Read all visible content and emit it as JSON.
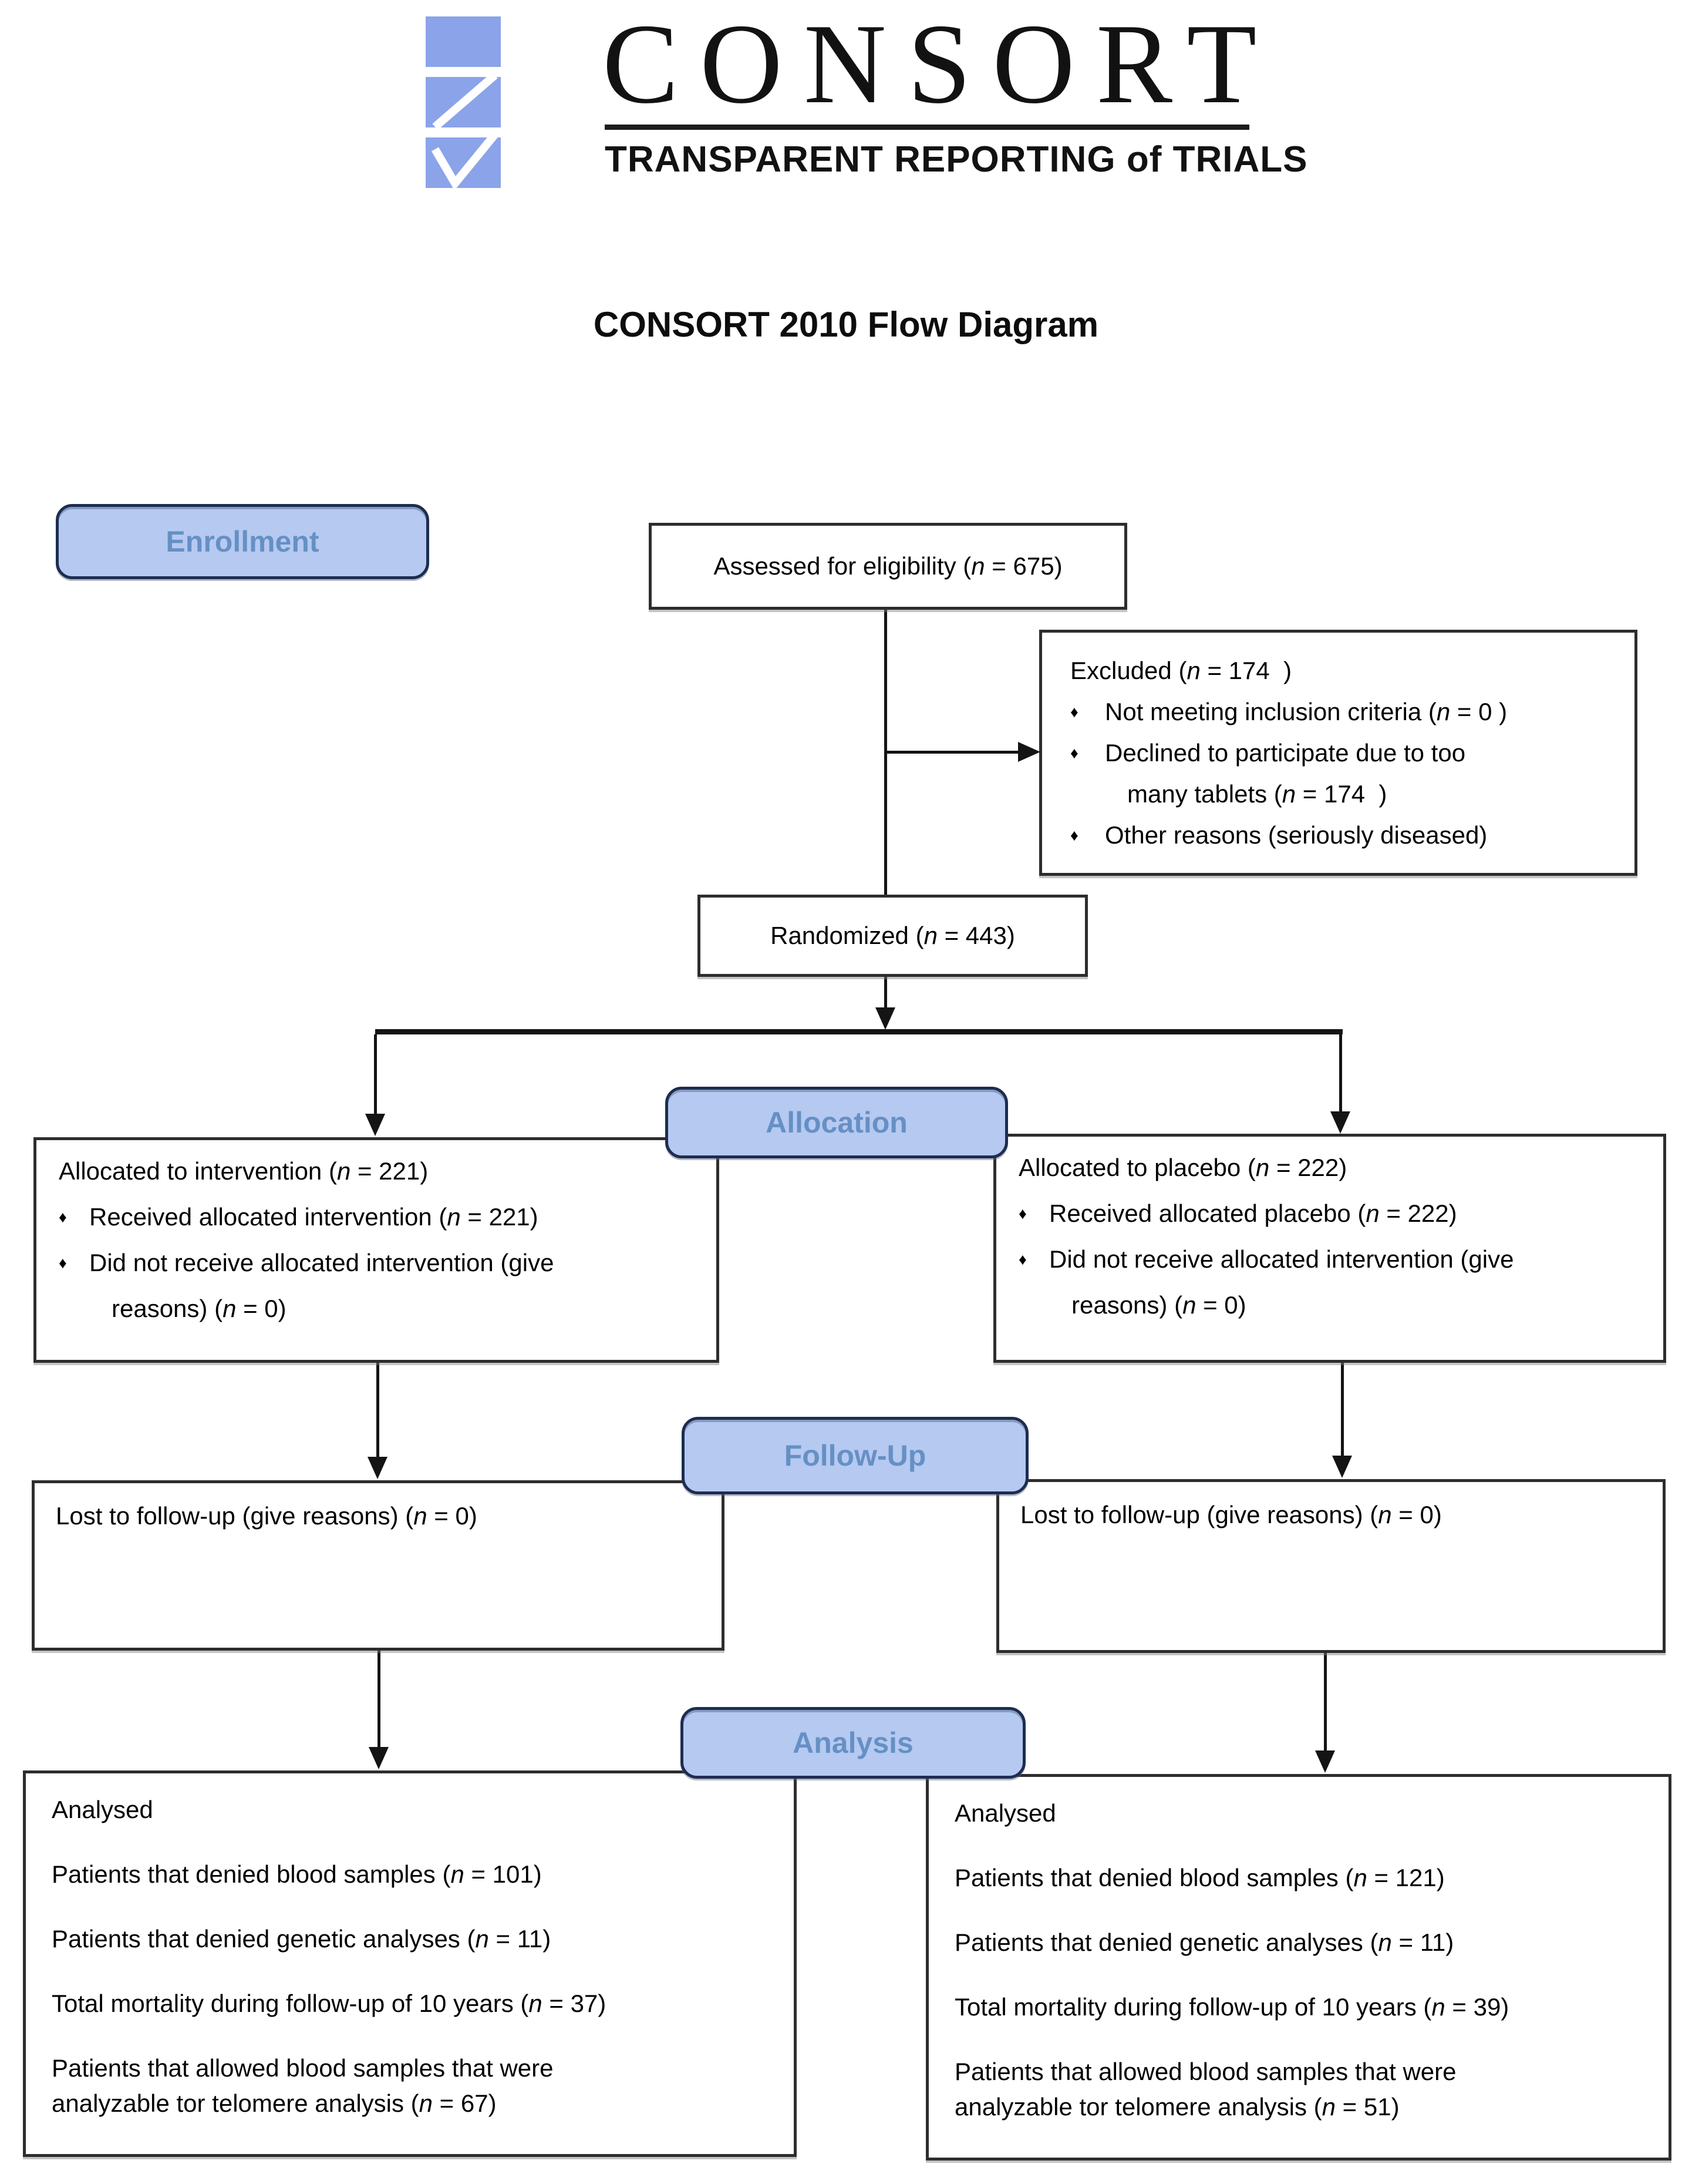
{
  "logo": {
    "wordmark": "CONSORT",
    "tagline": "TRANSPARENT REPORTING of TRIALS"
  },
  "title": "CONSORT 2010 Flow Diagram",
  "glyphs": {
    "bullet": "♦"
  },
  "colors": {
    "phase_fill": "#b5c9f1",
    "phase_border": "#1d2d50",
    "phase_text": "#6690c4",
    "logo_blue": "#8ba3e9",
    "line": "#141414"
  },
  "phases": {
    "enrollment": "Enrollment",
    "allocation": "Allocation",
    "followup": "Follow-Up",
    "analysis": "Analysis"
  },
  "flow": {
    "assessed": {
      "text": "Assessed for eligibility (n = 675)"
    },
    "excluded": {
      "title": "Excluded (n = 174  )",
      "items": [
        "Not meeting inclusion criteria (n = 0 )",
        "Declined to participate due to too\nmany tablets (n = 174  )",
        "Other reasons (seriously diseased)"
      ]
    },
    "randomized": {
      "text": "Randomized (n = 443)"
    },
    "allocation_left": {
      "title": "Allocated to intervention (n = 221)",
      "items": [
        "Received allocated intervention (n = 221)",
        "Did not receive allocated intervention (give\nreasons) (n = 0)"
      ]
    },
    "allocation_right": {
      "title": "Allocated to placebo (n = 222)",
      "items": [
        "Received allocated placebo (n = 222)",
        "Did not receive allocated intervention (give\nreasons) (n = 0)"
      ]
    },
    "followup_left": {
      "text": "Lost to follow-up (give reasons) (n = 0)"
    },
    "followup_right": {
      "text": "Lost to follow-up (give reasons) (n = 0)"
    },
    "analysis_left": {
      "title": "Analysed",
      "paragraphs": [
        "Patients that denied blood samples (n = 101)",
        "Patients that denied genetic analyses (n = 11)",
        "Total mortality during follow-up of 10 years (n = 37)",
        "Patients that allowed blood samples that were\nanalyzable tor telomere analysis (n = 67)"
      ]
    },
    "analysis_right": {
      "title": "Analysed",
      "paragraphs": [
        "Patients that denied blood samples (n = 121)",
        "Patients that denied genetic analyses (n = 11)",
        "Total mortality during follow-up of 10 years (n = 39)",
        "Patients that allowed blood samples that were\nanalyzable tor telomere analysis (n = 51)"
      ]
    }
  }
}
